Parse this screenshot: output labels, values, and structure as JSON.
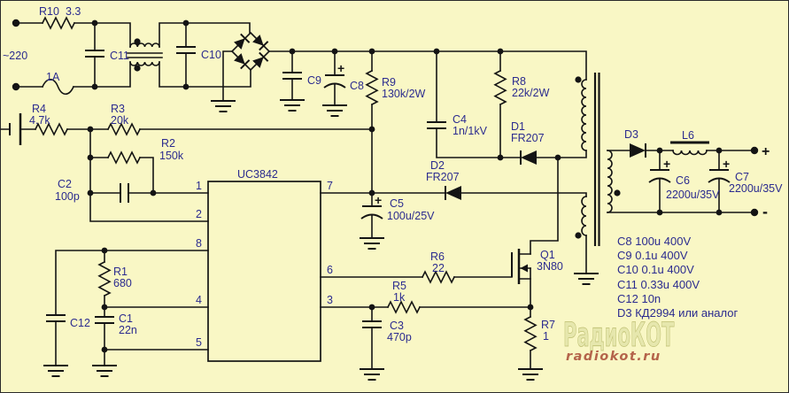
{
  "colors": {
    "background": "#f9f7c5",
    "wire": "#141414",
    "label": "#2b2b8f",
    "logo_text": "#e6e7ad",
    "logo_url": "#b4634a"
  },
  "source": {
    "voltage": "~220",
    "fuse": "1A"
  },
  "ic": {
    "name": "UC3842",
    "pins": {
      "p1": "1",
      "p2": "2",
      "p3": "3",
      "p4": "4",
      "p5": "5",
      "p6": "6",
      "p7": "7",
      "p8": "8"
    }
  },
  "parts": {
    "r10": {
      "ref": "R10",
      "value": "3.3"
    },
    "r9": {
      "ref": "R9",
      "value": "130k/2W"
    },
    "r8": {
      "ref": "R8",
      "value": "22k/2W"
    },
    "r7": {
      "ref": "R7",
      "value": "1"
    },
    "r6": {
      "ref": "R6",
      "value": "22"
    },
    "r5": {
      "ref": "R5",
      "value": "1k"
    },
    "r4": {
      "ref": "R4",
      "value": "4.7k"
    },
    "r3": {
      "ref": "R3",
      "value": "20k"
    },
    "r2": {
      "ref": "R2",
      "value": "150k"
    },
    "r1": {
      "ref": "R1",
      "value": "680"
    },
    "c1": {
      "ref": "C1",
      "value": "22n"
    },
    "c2": {
      "ref": "C2",
      "value": "100p"
    },
    "c3": {
      "ref": "C3",
      "value": "470p"
    },
    "c4": {
      "ref": "C4",
      "value": "1n/1kV"
    },
    "c5": {
      "ref": "C5",
      "value": "100u/25V",
      "polarity": "+"
    },
    "c6": {
      "ref": "C6",
      "value": "2200u/35V",
      "polarity": "+"
    },
    "c7": {
      "ref": "C7",
      "value": "2200u/35V",
      "polarity": "+"
    },
    "c8": {
      "ref": "C8",
      "polarity": "+"
    },
    "c9": {
      "ref": "C9"
    },
    "c10": {
      "ref": "C10"
    },
    "c11": {
      "ref": "C11"
    },
    "c12": {
      "ref": "C12"
    },
    "d1": {
      "ref": "D1",
      "value": "FR207"
    },
    "d2": {
      "ref": "D2",
      "value": "FR207"
    },
    "d3": {
      "ref": "D3"
    },
    "l6": {
      "ref": "L6"
    },
    "q1": {
      "ref": "Q1",
      "value": "3N80"
    }
  },
  "output": {
    "plus": "+",
    "minus": "-"
  },
  "notes": [
    "C8 100u 400V",
    "C9 0.1u 400V",
    "C10 0.1u 400V",
    "C11 0.33u 400V",
    "C12 10n",
    "D3 КД2994 или аналог"
  ],
  "logo": {
    "title": "РадиоКОТ",
    "url": "radiokot.ru"
  }
}
